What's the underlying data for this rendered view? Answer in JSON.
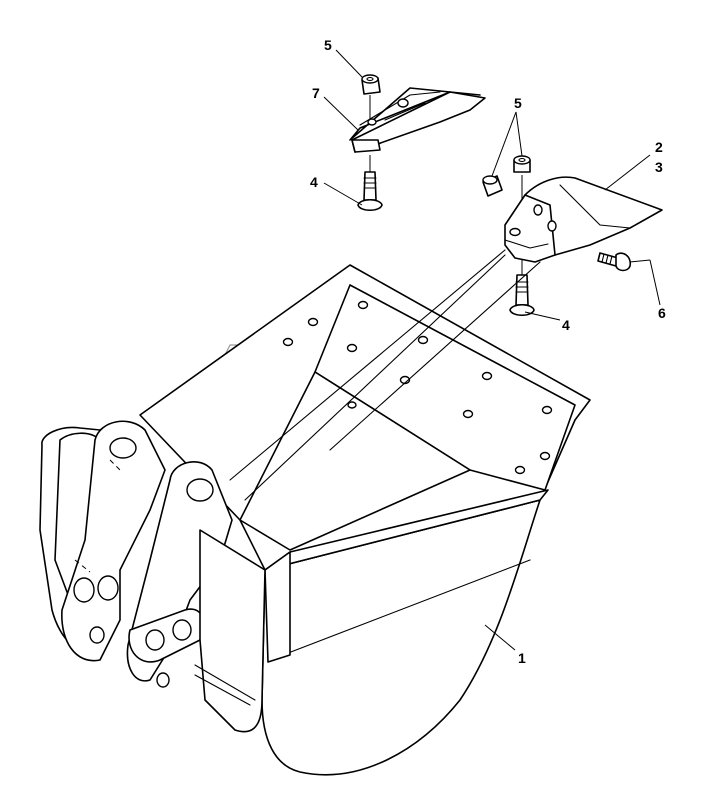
{
  "callouts": {
    "c1": "1",
    "c2": "2",
    "c3": "3",
    "c4a": "4",
    "c4b": "4",
    "c5a": "5",
    "c5b": "5",
    "c6": "6",
    "c7": "7"
  },
  "colors": {
    "line": "#000000",
    "background": "#ffffff",
    "watermark": "#9a9a9a"
  }
}
